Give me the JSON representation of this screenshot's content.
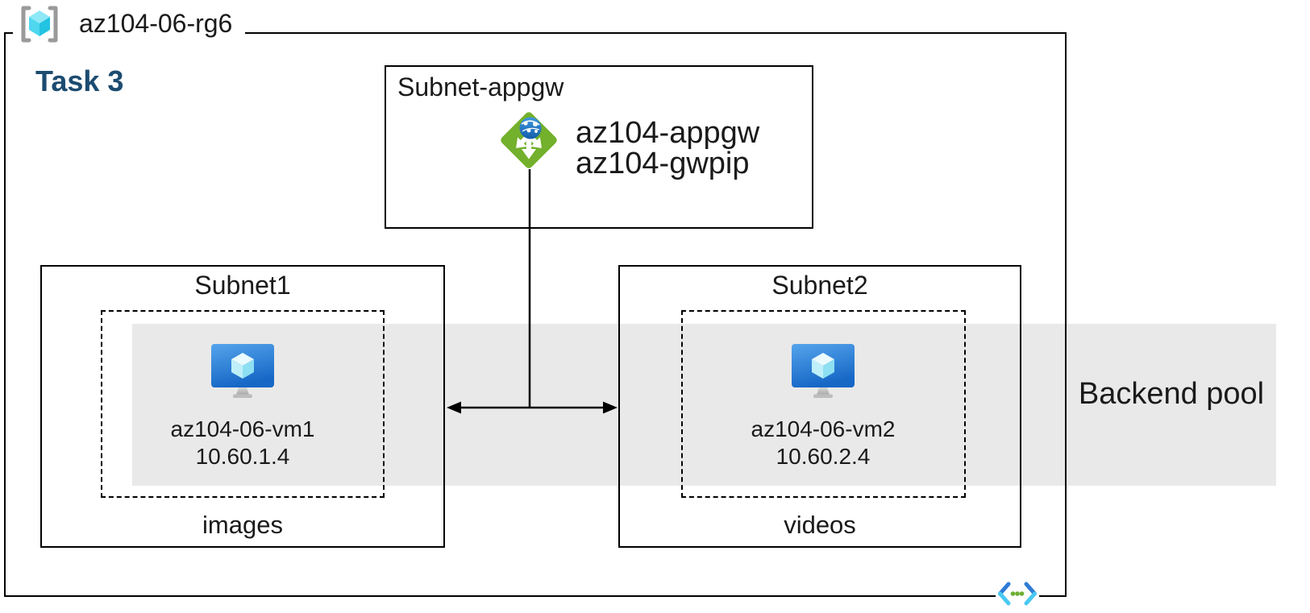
{
  "resource_group": {
    "label": "az104-06-rg6"
  },
  "task_label": "Task 3",
  "appgw_subnet": {
    "label": "Subnet-appgw",
    "gateway_name": "az104-appgw",
    "gateway_pip": "az104-gwpip"
  },
  "subnet1": {
    "label": "Subnet1",
    "vm_name": "az104-06-vm1",
    "vm_ip": "10.60.1.4",
    "caption": "images"
  },
  "subnet2": {
    "label": "Subnet2",
    "vm_name": "az104-06-vm2",
    "vm_ip": "10.60.2.4",
    "caption": "videos"
  },
  "backend_pool": {
    "label": "Backend pool"
  },
  "icons": {
    "resource_group": "azure-resource-group-icon",
    "application_gateway": "azure-application-gateway-icon",
    "virtual_machine": "azure-virtual-machine-icon",
    "virtual_network": "azure-virtual-network-icon"
  },
  "colors": {
    "task_text": "#1C4B70",
    "appgw_green": "#73B02C",
    "globe_blue": "#2E83D4",
    "vm_screen_top": "#55A4EC",
    "vm_screen_bottom": "#1667C6",
    "cube_cyan": "#4ED7EF",
    "backend_band_gray": "#E9E9E9",
    "bracket_gray": "#9A9A9A",
    "vnet_blue": "#2E7CD6",
    "vnet_cyan": "#49C9F2",
    "vnet_dot_green": "#6DAE33",
    "line": "#000000"
  }
}
